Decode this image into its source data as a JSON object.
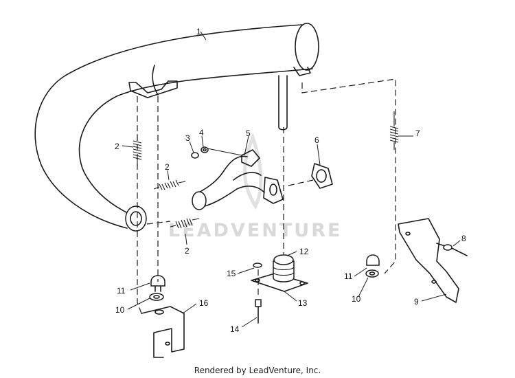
{
  "watermark": {
    "text": "LEADVENTURE"
  },
  "footer": {
    "text": "Rendered by LeadVenture, Inc."
  },
  "callouts": {
    "c1": "1",
    "c2a": "2",
    "c2b": "2",
    "c2c": "2",
    "c3": "3",
    "c4": "4",
    "c5": "5",
    "c6": "6",
    "c7": "7",
    "c8": "8",
    "c9": "9",
    "c10a": "10",
    "c10b": "10",
    "c11a": "11",
    "c11b": "11",
    "c12": "12",
    "c13": "13",
    "c14": "14",
    "c15": "15",
    "c16": "16"
  }
}
